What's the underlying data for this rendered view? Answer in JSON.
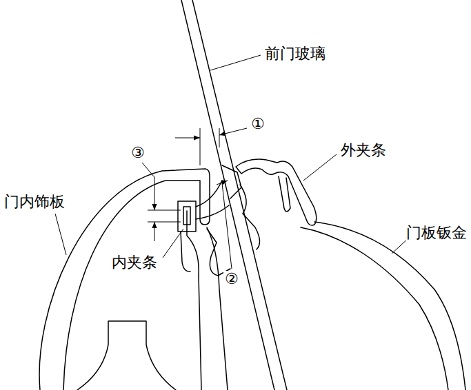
{
  "diagram": {
    "labels": [
      "前门玻璃",
      "①",
      "外夹条",
      "③",
      "门内饰板",
      "门板钣金",
      "内夹条",
      "②"
    ]
  }
}
